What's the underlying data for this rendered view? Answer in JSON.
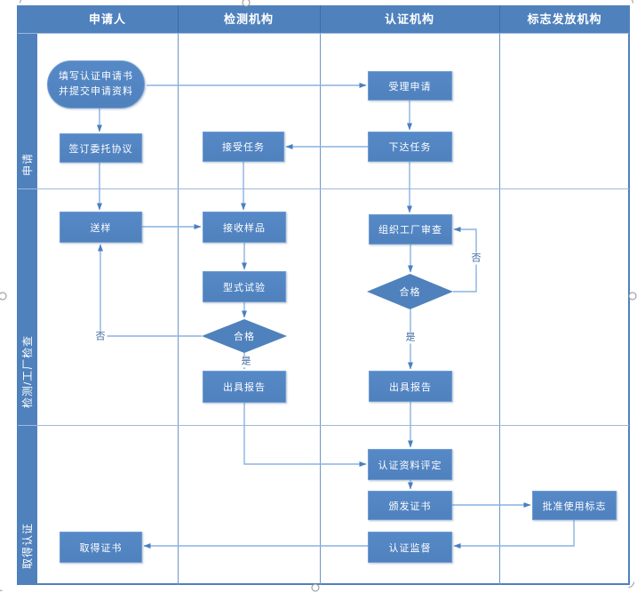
{
  "lanes": {
    "columns": [
      {
        "label": "申请人"
      },
      {
        "label": "检测机构"
      },
      {
        "label": "认证机构"
      },
      {
        "label": "标志发放机构"
      }
    ],
    "rows": [
      {
        "label": "申请"
      },
      {
        "label": "检测/工厂检查"
      },
      {
        "label": "取得认证"
      }
    ]
  },
  "nodes": {
    "fill_application": "填写认证申请书\n并提交申请资料",
    "accept_application": "受理申请",
    "sign_agreement": "签订委托协议",
    "accept_task": "接受任务",
    "assign_task": "下达任务",
    "send_sample": "送样",
    "receive_sample": "接收样品",
    "organize_factory_review": "组织工厂审查",
    "type_test": "型式试验",
    "qualified_test": "合格",
    "qualified_factory": "合格",
    "issue_report_test": "出具报告",
    "issue_report_cert": "出具报告",
    "evaluate_materials": "认证资料评定",
    "issue_certificate": "颁发证书",
    "approve_mark_use": "批准使用标志",
    "certification_supervision": "认证监督",
    "obtain_certificate": "取得证书"
  },
  "edges": [
    {
      "from": "fill_application",
      "to": "accept_application",
      "label": ""
    },
    {
      "from": "fill_application",
      "to": "sign_agreement",
      "label": ""
    },
    {
      "from": "accept_application",
      "to": "assign_task",
      "label": ""
    },
    {
      "from": "assign_task",
      "to": "accept_task",
      "label": ""
    },
    {
      "from": "sign_agreement",
      "to": "send_sample",
      "label": ""
    },
    {
      "from": "accept_task",
      "to": "receive_sample",
      "label": ""
    },
    {
      "from": "assign_task",
      "to": "organize_factory_review",
      "label": ""
    },
    {
      "from": "send_sample",
      "to": "receive_sample",
      "label": ""
    },
    {
      "from": "receive_sample",
      "to": "type_test",
      "label": ""
    },
    {
      "from": "type_test",
      "to": "qualified_test",
      "label": ""
    },
    {
      "from": "qualified_test",
      "to": "send_sample",
      "label": "否"
    },
    {
      "from": "qualified_test",
      "to": "issue_report_test",
      "label": "是"
    },
    {
      "from": "issue_report_test",
      "to": "evaluate_materials",
      "label": ""
    },
    {
      "from": "organize_factory_review",
      "to": "qualified_factory",
      "label": ""
    },
    {
      "from": "qualified_factory",
      "to": "organize_factory_review",
      "label": "否"
    },
    {
      "from": "qualified_factory",
      "to": "issue_report_cert",
      "label": "是"
    },
    {
      "from": "issue_report_cert",
      "to": "evaluate_materials",
      "label": ""
    },
    {
      "from": "evaluate_materials",
      "to": "issue_certificate",
      "label": ""
    },
    {
      "from": "issue_certificate",
      "to": "approve_mark_use",
      "label": ""
    },
    {
      "from": "approve_mark_use",
      "to": "certification_supervision",
      "label": ""
    },
    {
      "from": "certification_supervision",
      "to": "obtain_certificate",
      "label": ""
    }
  ],
  "colors": {
    "lane_fill": "#4f81bd",
    "node_fill": "#4f81bd",
    "node_border": "#6f9cd1",
    "connector": "#8ab2e0",
    "arrow": "#4a80c0",
    "grid_light": "#9db9dc",
    "grid_med": "#6c96c6",
    "frame": "#4f81bd",
    "label_blue": "#3e6a9e"
  }
}
